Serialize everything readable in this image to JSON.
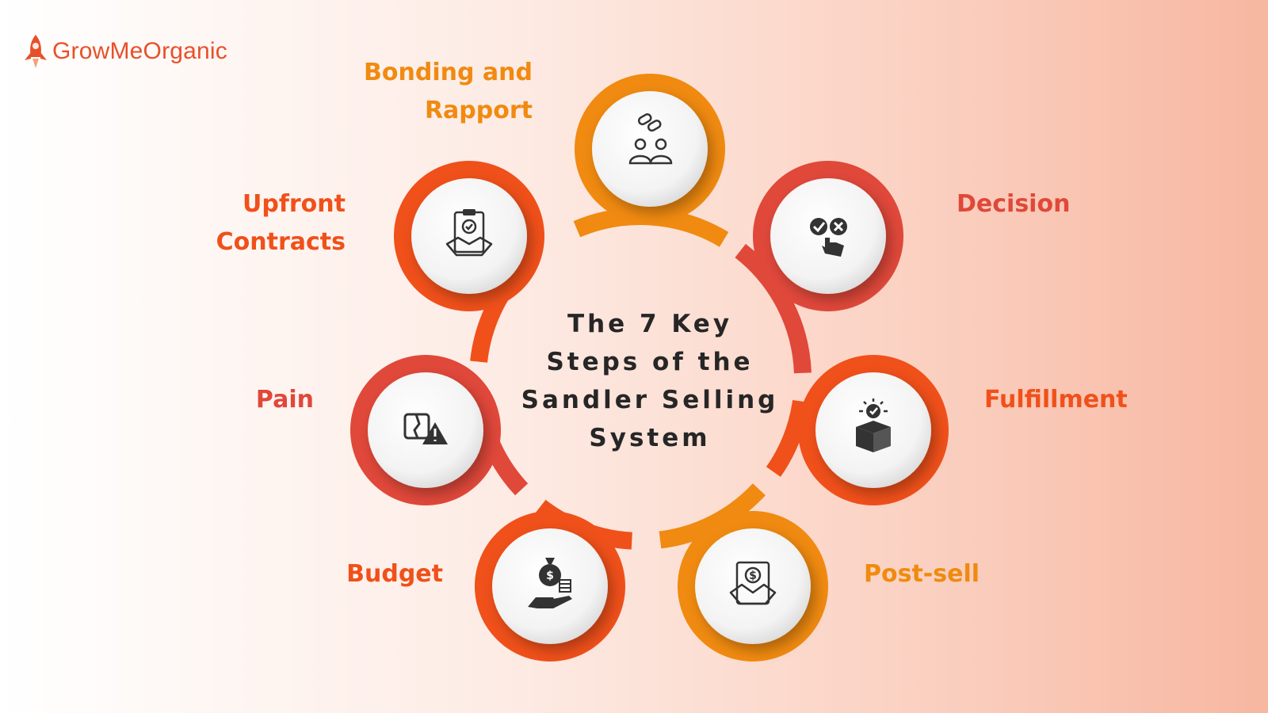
{
  "brand": {
    "name": "GrowMeOrganic",
    "color": "#e8502a",
    "icon": "rocket-icon"
  },
  "title_lines": [
    "The 7 Key",
    "Steps of the",
    "Sandler Selling",
    "System"
  ],
  "colors": {
    "orange": "#f08a10",
    "red_orange": "#f0501a",
    "coral": "#e0483a",
    "title": "#262626"
  },
  "steps": [
    {
      "label_lines": [
        "Bonding and",
        "Rapport"
      ],
      "icon": "connection-people-icon",
      "color": "#f08a10"
    },
    {
      "label_lines": [
        "Decision"
      ],
      "icon": "check-cross-choice-icon",
      "color": "#e0483a"
    },
    {
      "label_lines": [
        "Fulfillment"
      ],
      "icon": "delivered-box-icon",
      "color": "#f0501a"
    },
    {
      "label_lines": [
        "Post-sell"
      ],
      "icon": "handshake-dollar-icon",
      "color": "#f08a10"
    },
    {
      "label_lines": [
        "Budget"
      ],
      "icon": "money-bag-hand-icon",
      "color": "#f0501a"
    },
    {
      "label_lines": [
        "Pain"
      ],
      "icon": "broken-warning-icon",
      "color": "#e0483a"
    },
    {
      "label_lines": [
        "Upfront",
        "Contracts"
      ],
      "icon": "contract-handshake-icon",
      "color": "#f0501a"
    }
  ]
}
